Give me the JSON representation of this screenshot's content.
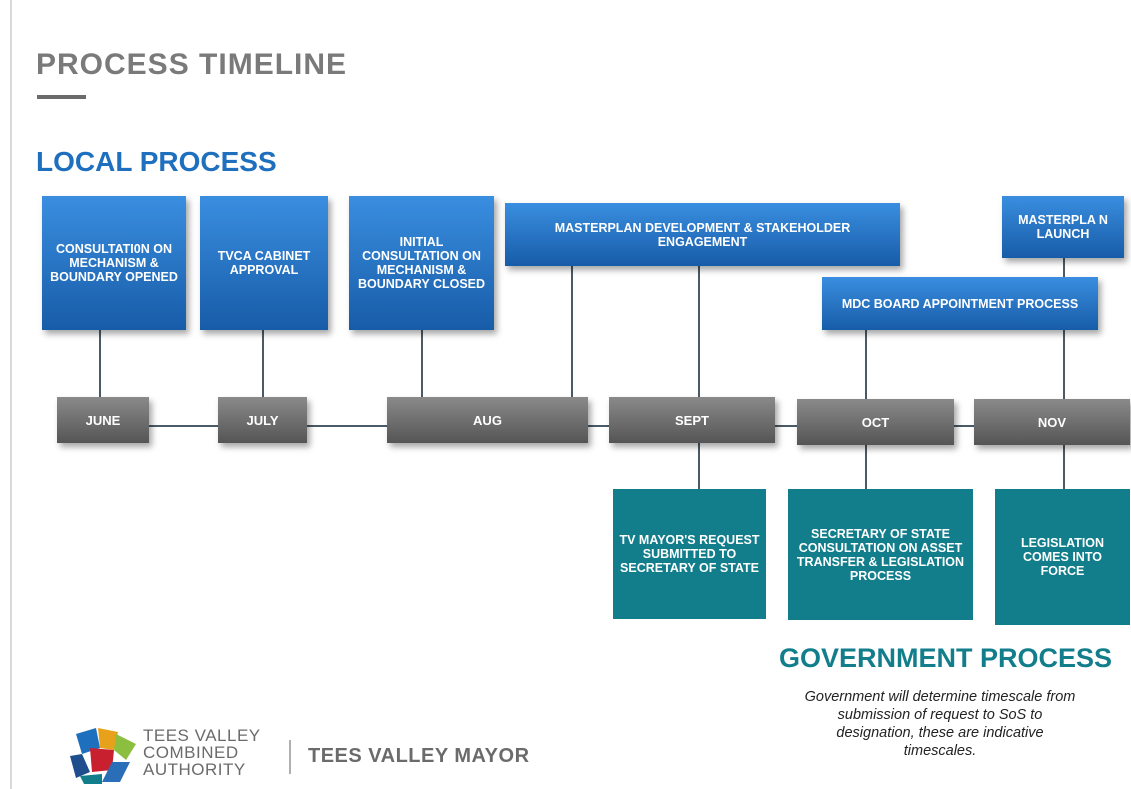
{
  "header": {
    "title": "PROCESS TIMELINE"
  },
  "local": {
    "heading": "LOCAL PROCESS",
    "events": [
      "CONSULTATI0N ON MECHANISM & BOUNDARY OPENED",
      "TVCA CABINET APPROVAL",
      "INITIAL CONSULTATION ON MECHANISM & BOUNDARY CLOSED",
      "MASTERPLAN DEVELOPMENT & STAKEHOLDER ENGAGEMENT",
      "MASTERPLA N LAUNCH",
      "MDC BOARD APPOINTMENT PROCESS"
    ]
  },
  "timeline": {
    "months": [
      "JUNE",
      "JULY",
      "AUG",
      "SEPT",
      "OCT",
      "NOV"
    ]
  },
  "government": {
    "heading": "GOVERNMENT PROCESS",
    "events": [
      "TV MAYOR'S REQUEST SUBMITTED TO SECRETARY OF STATE",
      "SECRETARY OF STATE CONSULTATION ON ASSET TRANSFER & LEGISLATION PROCESS",
      "LEGISLATION COMES INTO FORCE"
    ],
    "note": "Government will determine timescale from submission of request to SoS to designation, these are indicative timescales."
  },
  "footer": {
    "logo_lines": [
      "TEES VALLEY",
      "COMBINED",
      "AUTHORITY"
    ],
    "mayor": "TEES VALLEY MAYOR"
  },
  "colors": {
    "local_blue": "#1f6fbf",
    "gov_teal": "#127e8c",
    "month_grey": "#666666"
  }
}
